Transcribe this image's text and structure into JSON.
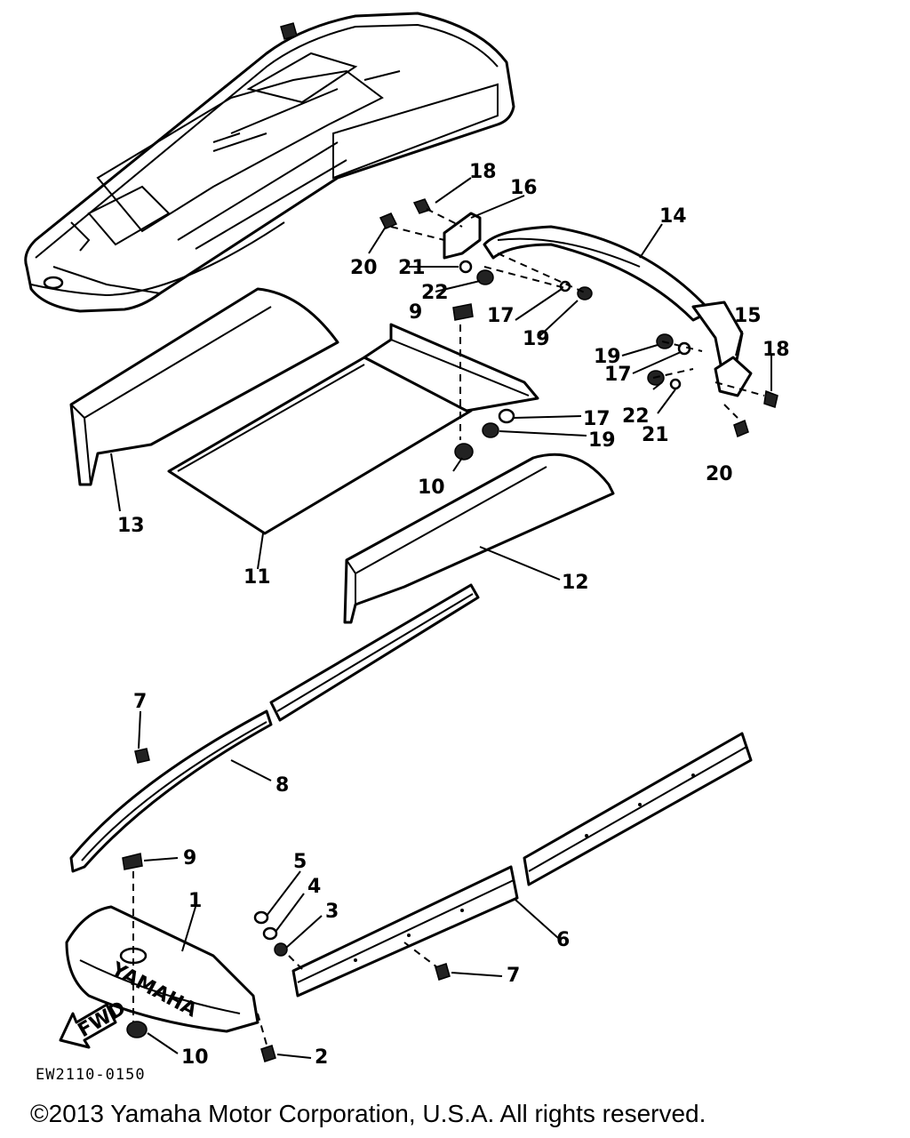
{
  "diagram": {
    "code": "EW2110-0150",
    "fwd_label": "FWD",
    "brand_text": "YAMAHA",
    "copyright": "©2013 Yamaha Motor Corporation, U.S.A. All rights reserved.",
    "callouts": [
      "18",
      "16",
      "14",
      "20",
      "21",
      "22",
      "9",
      "17",
      "19",
      "15",
      "18",
      "19",
      "17",
      "22",
      "21",
      "17",
      "19",
      "20",
      "10",
      "13",
      "11",
      "12",
      "7",
      "8",
      "9",
      "5",
      "4",
      "3",
      "1",
      "6",
      "7",
      "10",
      "2"
    ]
  }
}
